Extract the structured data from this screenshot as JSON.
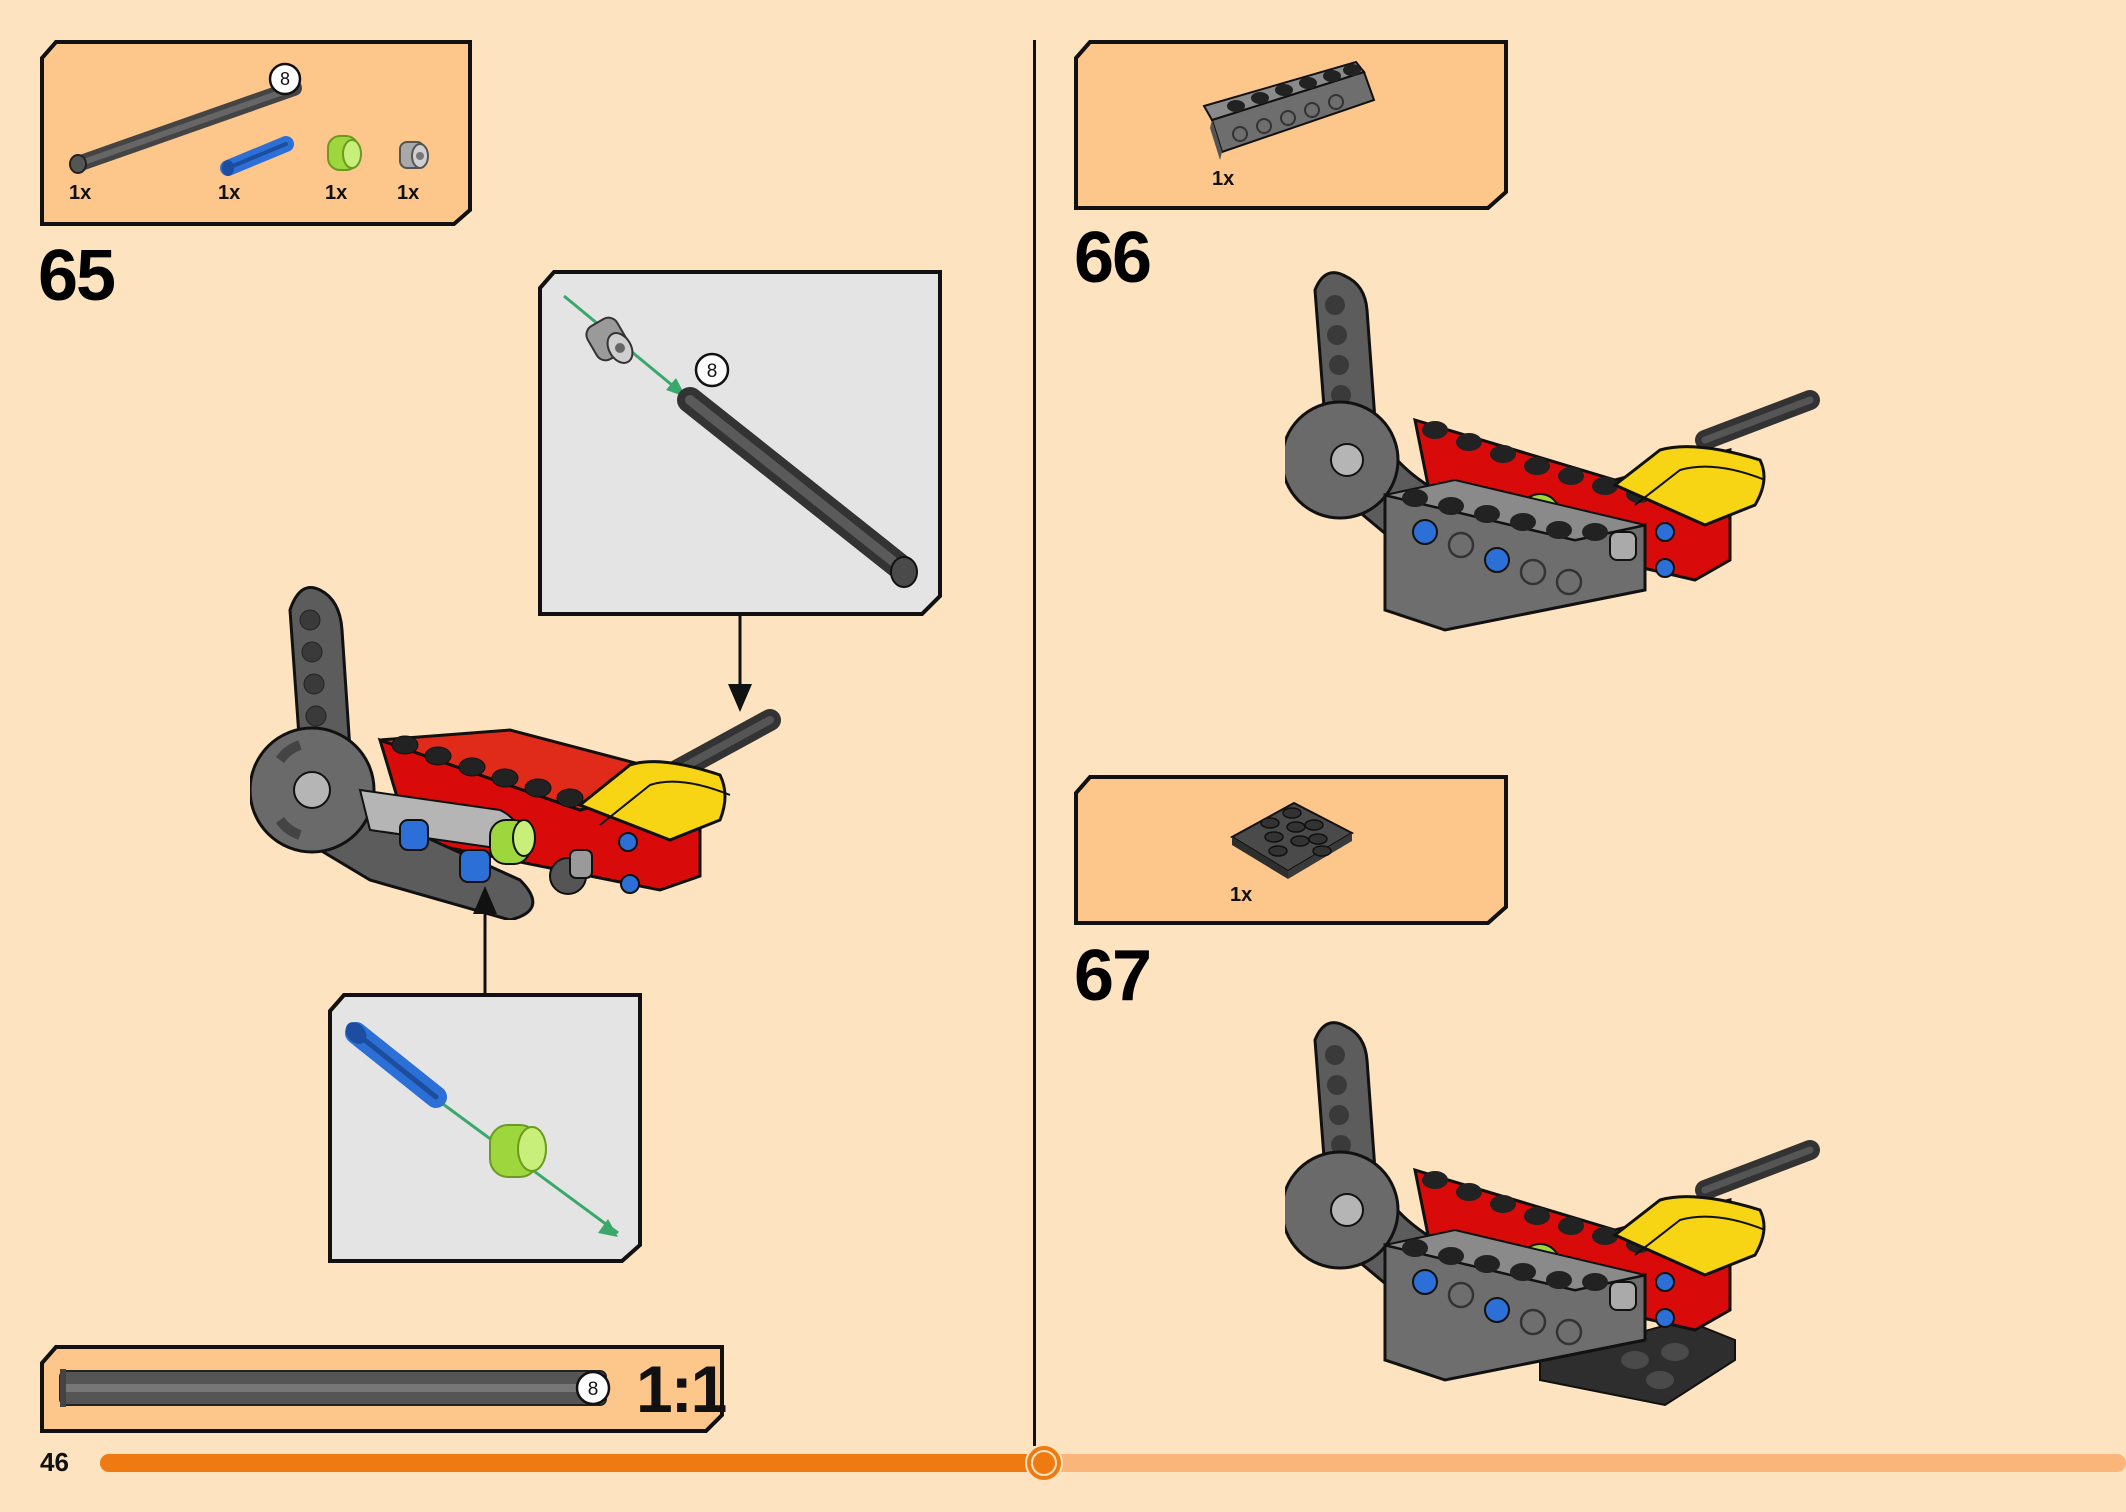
{
  "page": {
    "number": "46",
    "background": "#fee3c0",
    "progress": 0.466
  },
  "colors": {
    "box_fill": "#fdc78c",
    "callout_fill": "#e4e4e4",
    "outline": "#111111",
    "accent_orange": "#ef7a12",
    "arrow_green": "#3aa86b",
    "brick_red": "#d80a0a",
    "brick_yellow": "#f7d514",
    "lime": "#9ed63e",
    "blue": "#2c6fd6",
    "dark_grey": "#5c5c5c",
    "light_grey": "#b5b5b5"
  },
  "step65": {
    "number": "65",
    "parts": [
      {
        "name": "axle-8",
        "qty": "1x",
        "axle_length": "8"
      },
      {
        "name": "blue-pin",
        "qty": "1x"
      },
      {
        "name": "lime-bush",
        "qty": "1x"
      },
      {
        "name": "grey-bush",
        "qty": "1x"
      }
    ],
    "callout_top_axle_length": "8",
    "scale_box": {
      "label": "1:1",
      "axle_length": "8"
    }
  },
  "step66": {
    "number": "66",
    "parts": [
      {
        "name": "grey-technic-brick-1x6",
        "qty": "1x"
      }
    ]
  },
  "step67": {
    "number": "67",
    "parts": [
      {
        "name": "black-plate-3x3",
        "qty": "1x"
      }
    ]
  }
}
